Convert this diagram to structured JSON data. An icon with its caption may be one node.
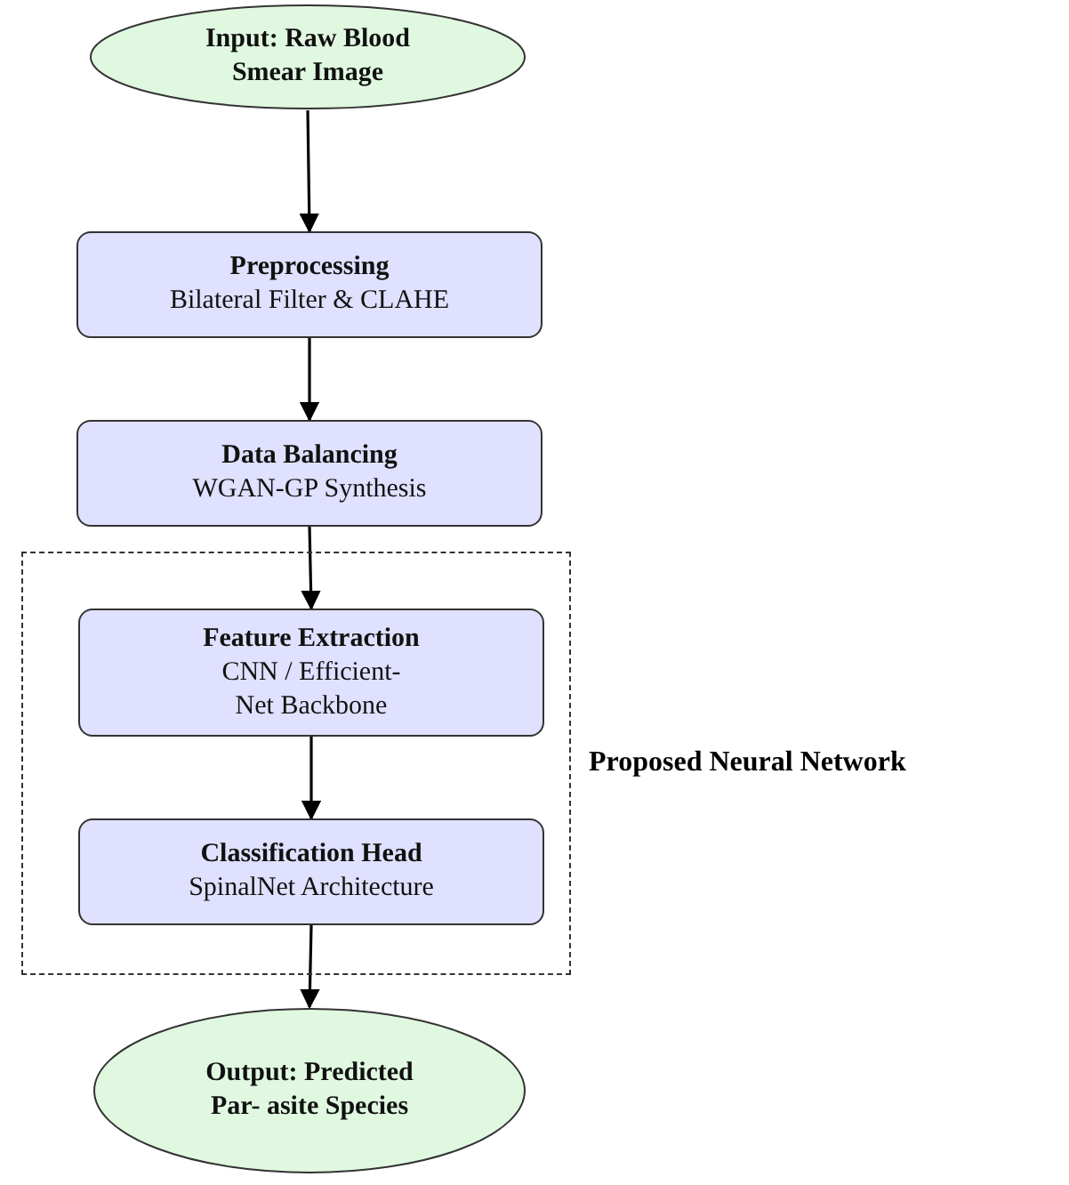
{
  "diagram": {
    "nodes": [
      {
        "text": [
          "Input: Raw Blood Smear Image"
        ]
      },
      {
        "text": [
          "Preprocessing",
          "Bilateral Filter & CLAHE"
        ]
      },
      {
        "text": [
          "Data Balancing",
          "WGAN-GP Synthesis"
        ]
      },
      {
        "text": [
          "Proposed Neural Network"
        ]
      },
      {
        "text": [
          "Feature Extraction",
          "CNN / Efficient- Net Backbone"
        ],
        "in": 3
      },
      {
        "text": [
          "Classification Head",
          "SpinalNet Architecture"
        ],
        "in": 3
      },
      {
        "text": [
          "Output: Predicted Par- asite Species"
        ]
      }
    ],
    "edges": [
      {
        "from": 0,
        "to": 1,
        "arrow": "to"
      },
      {
        "from": 1,
        "to": 2,
        "arrow": "to"
      },
      {
        "from": 2,
        "to": 4,
        "arrow": "to"
      },
      {
        "from": 4,
        "to": 5,
        "arrow": "to"
      },
      {
        "from": 5,
        "to": 6,
        "arrow": "to"
      }
    ]
  }
}
